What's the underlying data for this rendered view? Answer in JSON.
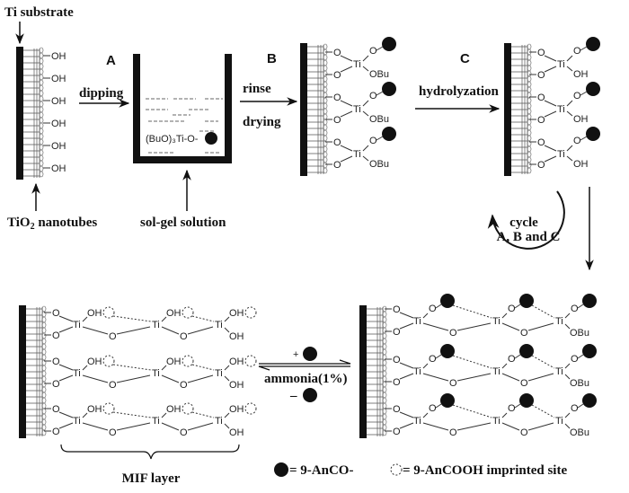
{
  "labels": {
    "ti_substrate": "Ti  substrate",
    "tio2_nanotubes": "TiO",
    "tio2_sub": "2",
    "tio2_rest": " nanotubes",
    "sol_gel": "sol-gel solution",
    "step_a": "A",
    "step_b": "B",
    "step_c": "C",
    "dipping": "dipping",
    "rinse": "rinse",
    "drying": "drying",
    "hydrolyzation": "hydrolyzation",
    "cycle_1": "cycle",
    "cycle_2": "A, B and C",
    "ammonia": "ammonia(1%)",
    "plus": "+",
    "minus": "–",
    "mif_layer": "MIF layer",
    "precursor": "(BuO)₃Ti-O-"
  },
  "chem": {
    "oh": "OH",
    "o": "O",
    "ti": "Ti",
    "obu": "OBu"
  },
  "legend": [
    {
      "symbol": "filled-circle",
      "text": "= 9-AnCO-"
    },
    {
      "symbol": "dashed-circle",
      "text": "= 9-AnCOOH imprinted  site"
    }
  ]
}
